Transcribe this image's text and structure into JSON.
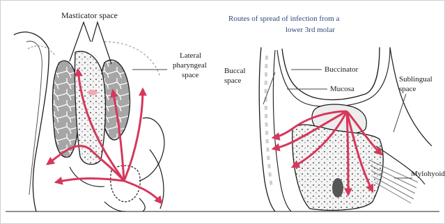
{
  "left_panel": {
    "labels": {
      "masticator": "Masticator space",
      "lateral_line1": "Lateral",
      "lateral_line2": "pharyngeal",
      "lateral_line3": "space"
    }
  },
  "right_panel": {
    "title_line1": "Routes of spread of infection from a",
    "title_line2": "lower 3rd molar",
    "labels": {
      "buccal_line1": "Buccal",
      "buccal_line2": "space",
      "buccinator": "Buccinator",
      "mucosa": "Mucosa",
      "sublingual_line1": "Sublingual",
      "sublingual_line2": "space",
      "mylohyoid": "Mylohyoid"
    }
  },
  "colors": {
    "arrow": "#d6375a",
    "outline": "#1a1a1a",
    "muscle_fill": "#a6a6a6",
    "bone_fill": "#f4f4f4",
    "tissue_fill": "#d9d9d9",
    "title_blue": "#2d4a7a"
  }
}
